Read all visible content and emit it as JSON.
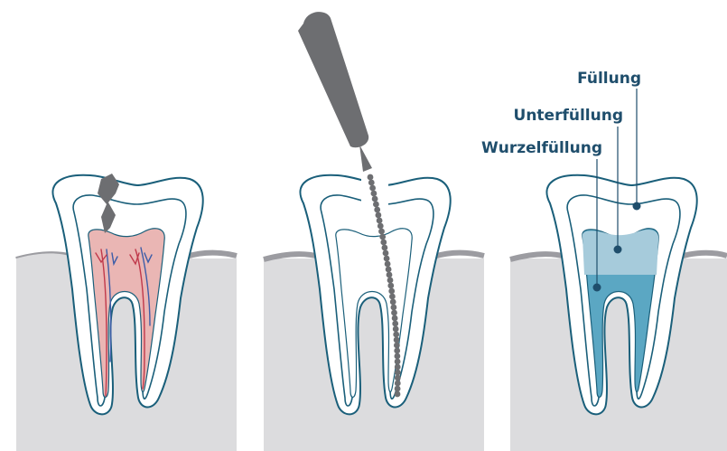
{
  "labels": {
    "filling": "Füllung",
    "underfilling": "Unterfüllung",
    "root_filling": "Wurzelfüllung"
  },
  "colors": {
    "gum": "#dcdcde",
    "gum_edge": "#9c9ca1",
    "enamel_fill": "#ffffff",
    "outline": "#1a5f7a",
    "pulp_infected": "#eab6b4",
    "nerve_red": "#c0394b",
    "nerve_blue": "#3d5da8",
    "caries": "#6d6e71",
    "instrument": "#6d6e71",
    "root_filling": "#5ba7c3",
    "underfilling": "#a6cbdb",
    "label_text": "#1f4e6c"
  },
  "icons": {
    "panel1": "infected-tooth-icon",
    "panel2": "root-canal-file-icon",
    "panel3": "filled-tooth-icon"
  }
}
